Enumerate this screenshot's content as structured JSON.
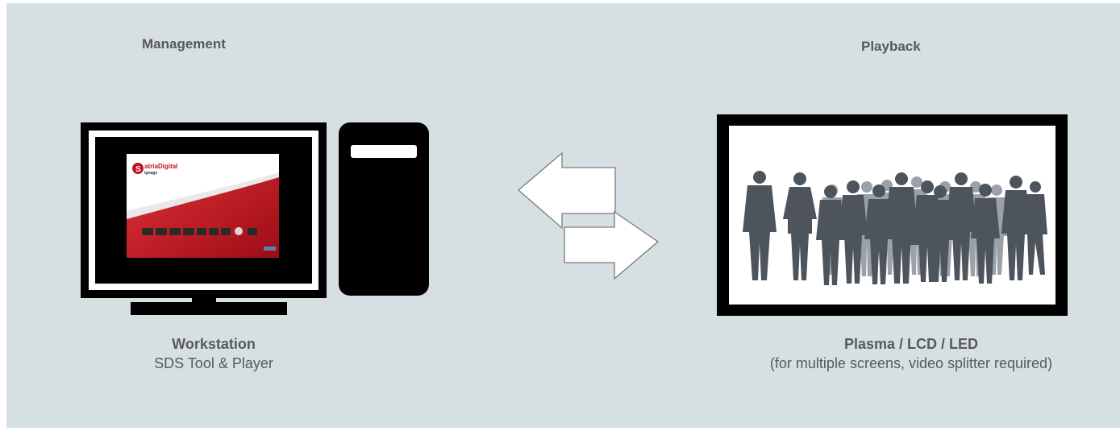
{
  "management": {
    "heading": "Management",
    "device_title": "Workstation",
    "device_subtitle": "SDS Tool & Player",
    "screen_logo_main": "atriaDigital",
    "screen_logo_sub": "ignage",
    "screen_logo_letter": "S"
  },
  "playback": {
    "heading": "Playback",
    "device_title": "Plasma / LCD / LED",
    "device_subtitle": "(for multiple screens, video splitter required)"
  },
  "icons": {
    "workstation": "desktop-computer-icon",
    "tower": "pc-tower-icon",
    "sync": "bidirectional-arrows-icon",
    "display": "large-display-icon",
    "crowd": "crowd-silhouette-icon"
  },
  "colors": {
    "background": "#d6e0e3",
    "text": "#595959",
    "device": "#000000",
    "brand_red": "#c0141e"
  }
}
